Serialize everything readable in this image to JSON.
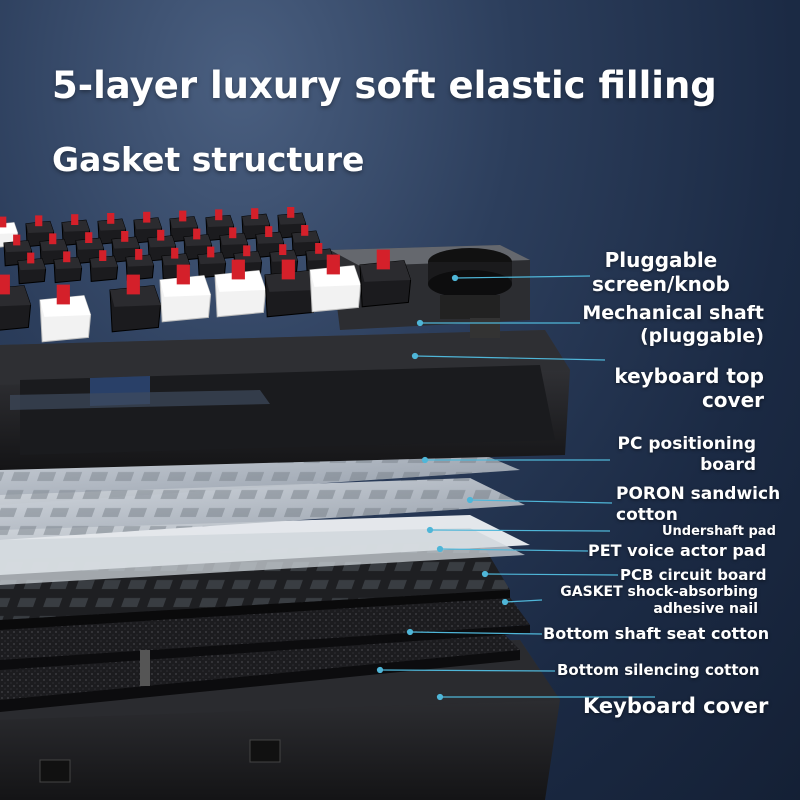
{
  "headline": {
    "title": "5-layer luxury soft elastic filling",
    "subtitle": "Gasket structure"
  },
  "colors": {
    "background": "#1f3050",
    "text": "#ffffff",
    "leader_line": "#4fb6d8",
    "switch_red": "#d4202a",
    "switch_white": "#f2f2f2",
    "case_dark": "#1a1a1c"
  },
  "callouts": [
    {
      "id": "knob",
      "lines": [
        "Pluggable",
        "screen/knob"
      ]
    },
    {
      "id": "shaft",
      "lines": [
        "Mechanical shaft",
        "(pluggable)"
      ]
    },
    {
      "id": "top-cover",
      "lines": [
        "keyboard top",
        "cover"
      ]
    },
    {
      "id": "pc-board",
      "lines": [
        "PC positioning",
        "board"
      ]
    },
    {
      "id": "poron",
      "lines": [
        "PORON sandwich",
        "cotton"
      ]
    },
    {
      "id": "undershaft",
      "lines": [
        "Undershaft pad"
      ]
    },
    {
      "id": "pet",
      "lines": [
        "PET voice actor pad"
      ]
    },
    {
      "id": "pcb",
      "lines": [
        "PCB circuit board"
      ]
    },
    {
      "id": "gasket",
      "lines": [
        "GASKET shock-absorbing",
        "adhesive nail"
      ]
    },
    {
      "id": "bottom-seat",
      "lines": [
        "Bottom shaft seat cotton"
      ]
    },
    {
      "id": "silencing",
      "lines": [
        "Bottom silencing cotton"
      ]
    },
    {
      "id": "cover",
      "lines": [
        "Keyboard cover"
      ]
    }
  ]
}
